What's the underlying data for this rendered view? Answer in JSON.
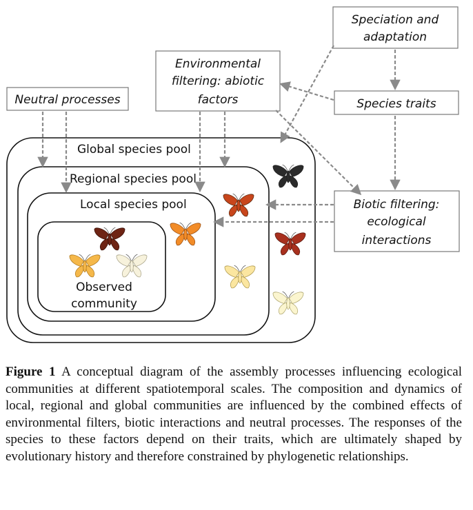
{
  "boxes": {
    "speciation_line1": "Speciation and",
    "speciation_line2": "adaptation",
    "environmental_line1": "Environmental",
    "environmental_line2": "filtering: abiotic",
    "environmental_line3": "factors",
    "neutral": "Neutral processes",
    "traits": "Species traits",
    "biotic_line1": "Biotic filtering:",
    "biotic_line2": "ecological",
    "biotic_line3": "interactions"
  },
  "pools": {
    "global": "Global species pool",
    "regional": "Regional species pool",
    "local": "Local species pool",
    "observed_line1": "Observed",
    "observed_line2": "community"
  },
  "moth_colors": {
    "black": "#2b2b2b",
    "rust": "#c8461c",
    "dark_red": "#a8301e",
    "orange": "#f28c28",
    "maroon": "#6e2414",
    "light_orange": "#f5b84a",
    "cream": "#f7f2dc",
    "pale_yellow": "#fbe6a0",
    "pale_cream": "#fbf5cf"
  },
  "caption": {
    "label": "Figure 1",
    "text": " A conceptual diagram of the assembly processes influencing ecological communities at different spatiotemporal scales. The composition and dynamics of local, regional and global communities are influenced by the combined effects of environmental filters, biotic interactions and neutral processes. The responses of the species to these factors depend on their traits, which are ultimately shaped by evolutionary history and therefore constrained by phylogenetic relationships."
  }
}
